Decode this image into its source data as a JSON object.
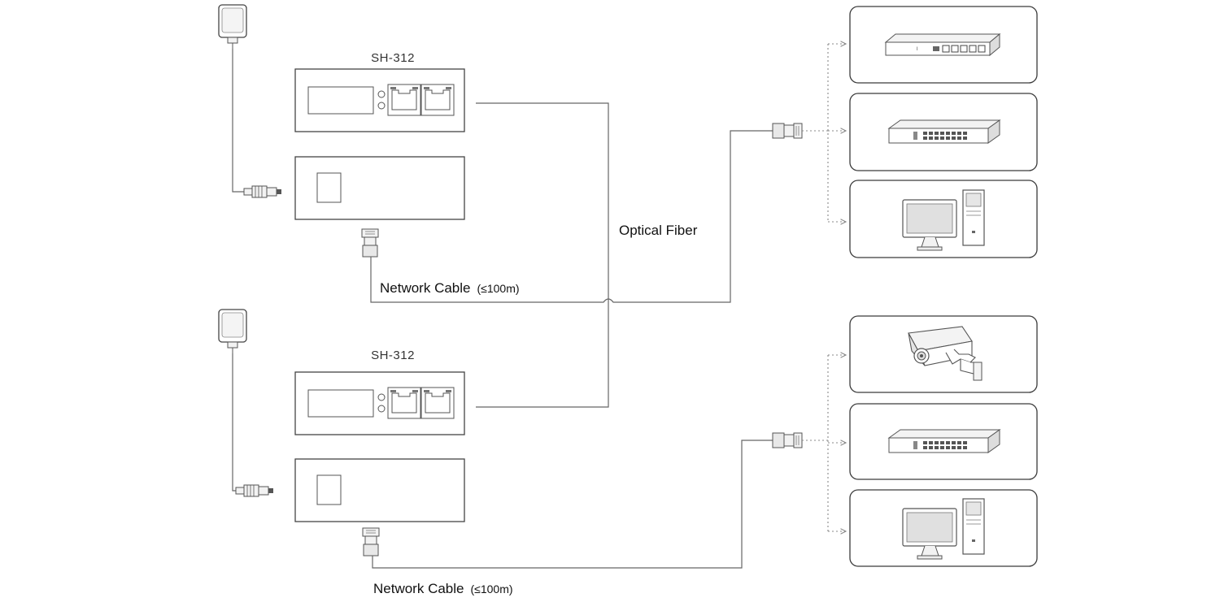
{
  "diagram": {
    "units": [
      {
        "model": "SH-312",
        "cable_label": "Network Cable",
        "cable_limit": "(≤100m)"
      },
      {
        "model": "SH-312",
        "cable_label": "Network Cable",
        "cable_limit": "(≤100m)"
      }
    ],
    "fiber_label": "Optical Fiber",
    "endpoints_group_1": [
      {
        "name": "router-icon"
      },
      {
        "name": "switch-icon"
      },
      {
        "name": "desktop-computer-icon"
      }
    ],
    "endpoints_group_2": [
      {
        "name": "security-camera-icon"
      },
      {
        "name": "switch-icon"
      },
      {
        "name": "desktop-computer-icon"
      }
    ]
  }
}
